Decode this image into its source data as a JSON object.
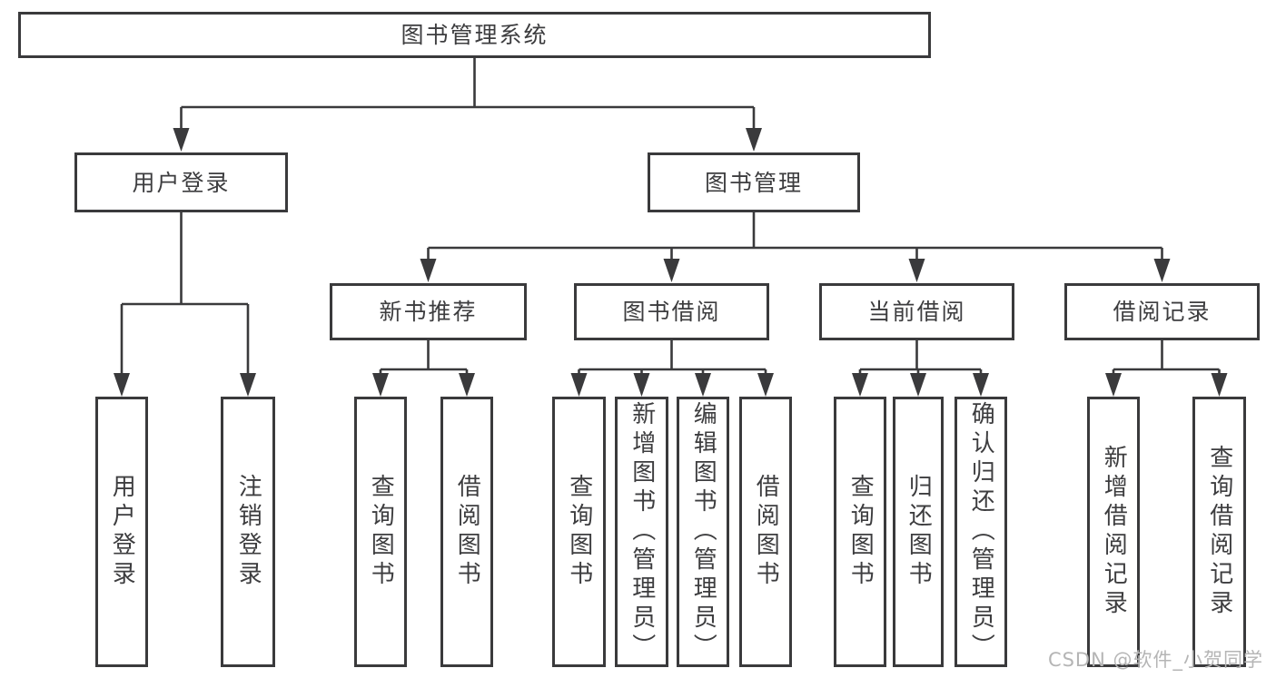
{
  "tree": {
    "root": "图书管理系统",
    "children": [
      {
        "label": "用户登录",
        "children": [
          "用户登录",
          "注销登录"
        ]
      },
      {
        "label": "图书管理",
        "children": [
          {
            "label": "新书推荐",
            "children": [
              "查询图书",
              "借阅图书"
            ]
          },
          {
            "label": "图书借阅",
            "children": [
              "查询图书",
              "新增图书（管理员）",
              "编辑图书（管理员）",
              "借阅图书"
            ]
          },
          {
            "label": "当前借阅",
            "children": [
              "查询图书",
              "归还图书",
              "确认归还（管理员）"
            ]
          },
          {
            "label": "借阅记录",
            "children": [
              "新增借阅记录",
              "查询借阅记录"
            ]
          }
        ]
      }
    ]
  },
  "watermark": {
    "text": "CSDN @软件_小贺同学"
  },
  "colors": {
    "line": "#3a3a3c",
    "text": "#3d3d3f",
    "watermark": "#b5b5b5",
    "background": "#ffffff"
  }
}
